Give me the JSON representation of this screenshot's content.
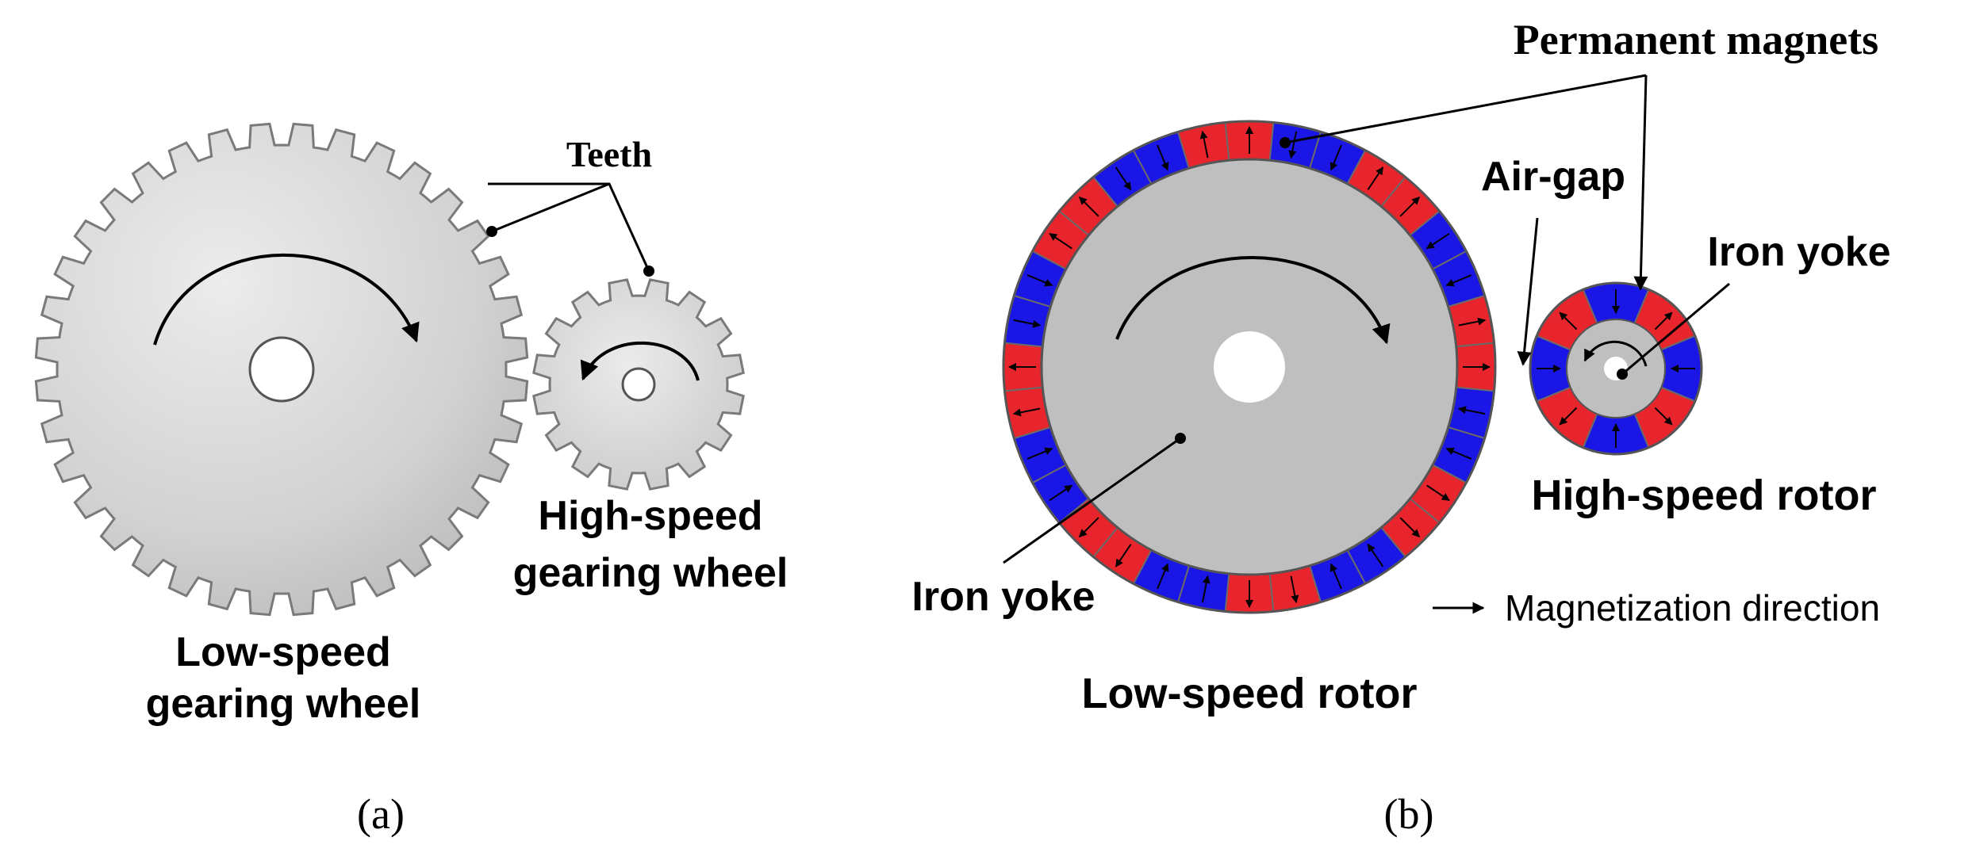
{
  "panel_a": {
    "teeth_label": "Teeth",
    "high_speed_label": [
      "High-speed",
      "gearing wheel"
    ],
    "low_speed_label": [
      "Low-speed",
      "gearing wheel"
    ],
    "caption": "(a)"
  },
  "panel_b": {
    "permanent_magnets_label": "Permanent magnets",
    "air_gap_label": "Air-gap",
    "iron_yoke_small_label": "Iron yoke",
    "high_speed_rotor_label": "High-speed rotor",
    "iron_yoke_large_label": "Iron yoke",
    "low_speed_rotor_label": "Low-speed rotor",
    "legend_label": "Magnetization direction",
    "caption": "(b)"
  },
  "colors": {
    "magnet_red": "#e8252c",
    "magnet_blue": "#1a17e6",
    "iron": "#bfbfbf",
    "gear_light": "#e6e6e6",
    "gear_dark": "#b8b8b8"
  },
  "structure": {
    "low_speed_gear_teeth": 36,
    "high_speed_gear_teeth": 16,
    "low_speed_rotor_magnets": 32,
    "high_speed_rotor_magnets": 8
  }
}
